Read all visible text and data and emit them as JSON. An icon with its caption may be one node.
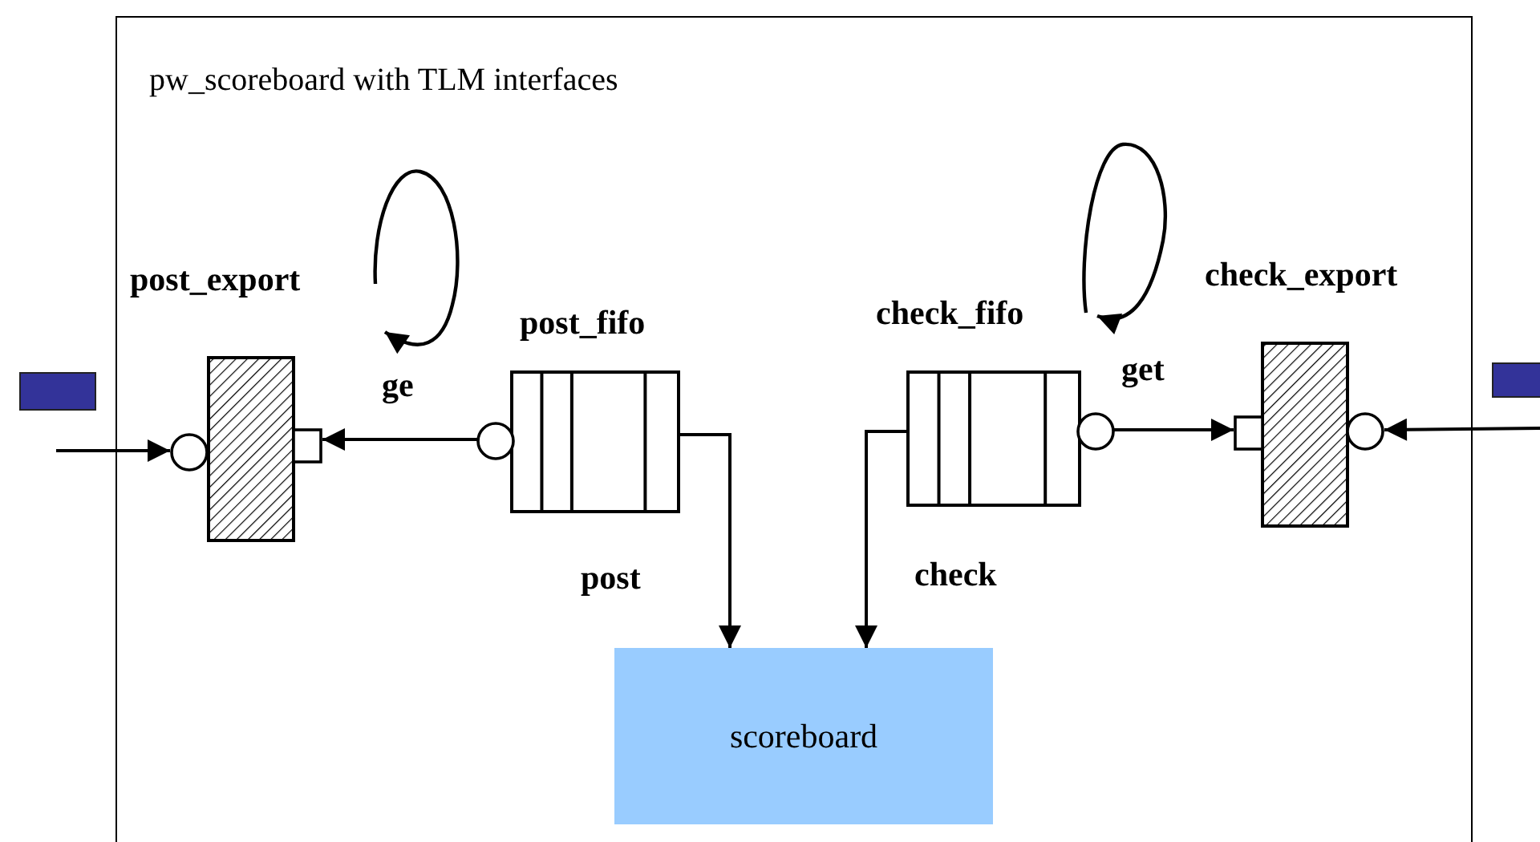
{
  "diagram": {
    "nodes": [
      {
        "text": [
          "pw_scoreboard with TLM interfaces"
        ]
      },
      {
        "text": [],
        "shape": "box"
      },
      {
        "text": [
          "post_export"
        ],
        "in": 0
      },
      {
        "text": [
          "post_fifo"
        ],
        "in": 0
      },
      {
        "text": [
          "check_fifo"
        ],
        "in": 0
      },
      {
        "text": [
          "check_export"
        ],
        "in": 0
      },
      {
        "text": [
          "scoreboard"
        ],
        "in": 0
      },
      {
        "text": [],
        "shape": "box"
      }
    ],
    "edges": [
      {
        "from": null,
        "to": 2,
        "arrow": "to"
      },
      {
        "from": 3,
        "to": 2,
        "arrow": "to",
        "label": "ge"
      },
      {
        "from": 3,
        "to": 6,
        "arrow": "to",
        "label": "post"
      },
      {
        "from": 4,
        "to": 6,
        "arrow": "to",
        "label": "check"
      },
      {
        "from": 4,
        "to": 5,
        "arrow": "to",
        "label": "get"
      },
      {
        "from": null,
        "to": 5,
        "arrow": "to"
      }
    ]
  }
}
